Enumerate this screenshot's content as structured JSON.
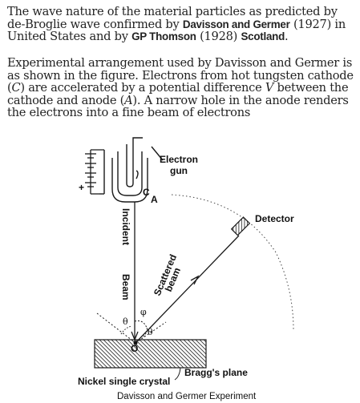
{
  "para1": {
    "t1": "The wave nature of the material particles as predicted by de-Broglie wave confirmed by ",
    "davisson": "Davisson and Germer",
    "t2": " (1927) in United States and by ",
    "thomson": "GP Thomson",
    "t3": " (1928) ",
    "scotland": "Scotland",
    "t4": "."
  },
  "para2": {
    "t1": "Experimental arrangement used by Davisson and Germer is as shown in the figure. Electrons from hot tungsten cathode (",
    "c": "C",
    "t2": ") are accelerated by a potential difference ",
    "v": "V",
    "t3": " between the cathode and anode (",
    "a": "A",
    "t4": "). A narrow hole in the anode renders the electrons into a fine beam of electrons"
  },
  "figure": {
    "battery_plus": "+",
    "electron_gun_line1": "Electron",
    "electron_gun_line2": "gun",
    "cathode": "C",
    "anode": "A",
    "detector": "Detector",
    "incident": "Incident",
    "beam": "Beam",
    "scattered": "Scattered",
    "scattered_beam": "beam",
    "phi": "φ",
    "theta_left": "θ",
    "theta_right": "θ",
    "origin": "O",
    "nickel": "Nickel single crystal",
    "bragg": "Bragg's plane",
    "caption": "Davisson and Germer Experiment"
  },
  "colors": {
    "text": "#232323",
    "line": "#1a1a1a"
  }
}
